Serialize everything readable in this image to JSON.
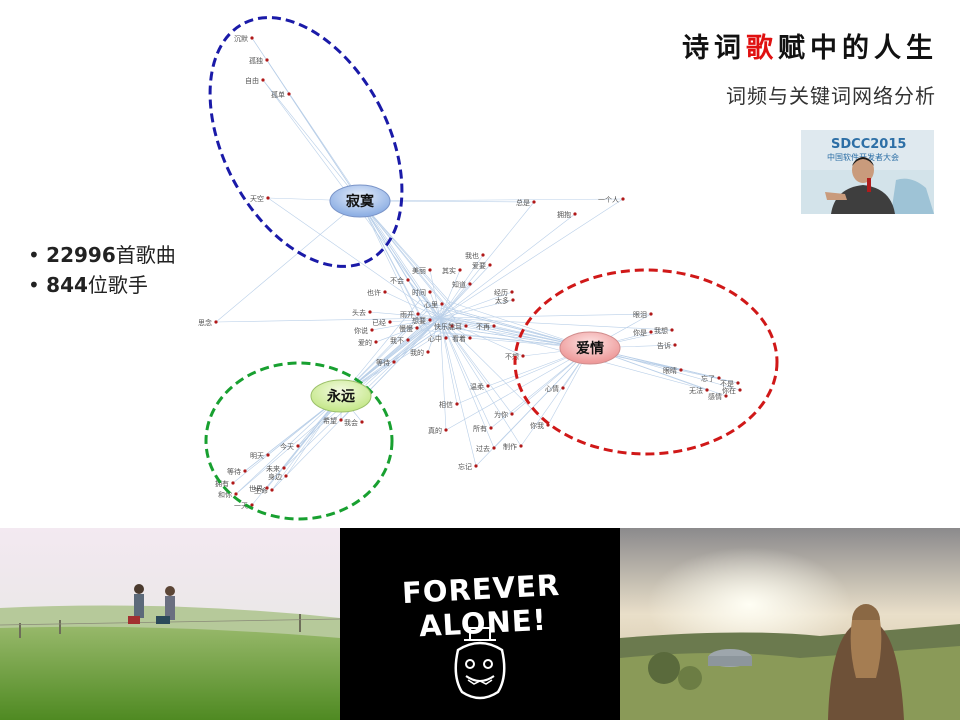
{
  "slide": {
    "title_pre": "诗词",
    "title_highlight": "歌",
    "title_post": "赋中的人生",
    "subtitle": "词频与关键词网络分析",
    "photo_label": "SDCC2015",
    "photo_caption": "中国软件开发者大会"
  },
  "stats": [
    {
      "number": "22996",
      "text": "首歌曲"
    },
    {
      "number": "844",
      "text": "位歌手"
    }
  ],
  "clusters": [
    {
      "label": "寂寞",
      "color": "#1a1aa8",
      "fill": "#aac4ec"
    },
    {
      "label": "爱情",
      "color": "#d01818",
      "fill": "#f4b8b8"
    },
    {
      "label": "永远",
      "color": "#18a030",
      "fill": "#d4f0a0"
    }
  ],
  "network_words": {
    "lonely": [
      "沉默",
      "孤独",
      "自由",
      "孤单",
      "天空"
    ],
    "center": [
      "总是",
      "拥抱",
      "一个人",
      "我也",
      "爱要",
      "其实",
      "美丽",
      "也许",
      "不会",
      "知道",
      "时间",
      "经历",
      "太多",
      "头去",
      "心里",
      "你说",
      "已经",
      "想要",
      "快乐",
      "不再",
      "能耳",
      "慢慢",
      "心中",
      "看着",
      "雨开",
      "爱的",
      "我不",
      "等待",
      "我的",
      "思念"
    ],
    "love": [
      "眼泪",
      "你是",
      "我想",
      "告诉",
      "不想",
      "心情",
      "眼睛",
      "忘了",
      "无法",
      "感情",
      "不是",
      "你在"
    ],
    "forever": [
      "今天",
      "明天",
      "等待",
      "拥有",
      "和你",
      "一天",
      "希望",
      "我会",
      "生命",
      "身边",
      "未来",
      "世界"
    ],
    "bottom": [
      "温柔",
      "相信",
      "为你",
      "真的",
      "所有",
      "过去",
      "制作",
      "忘记",
      "你我"
    ]
  },
  "bottom_images": {
    "middle_caption": "FOREVER ALONE!"
  }
}
